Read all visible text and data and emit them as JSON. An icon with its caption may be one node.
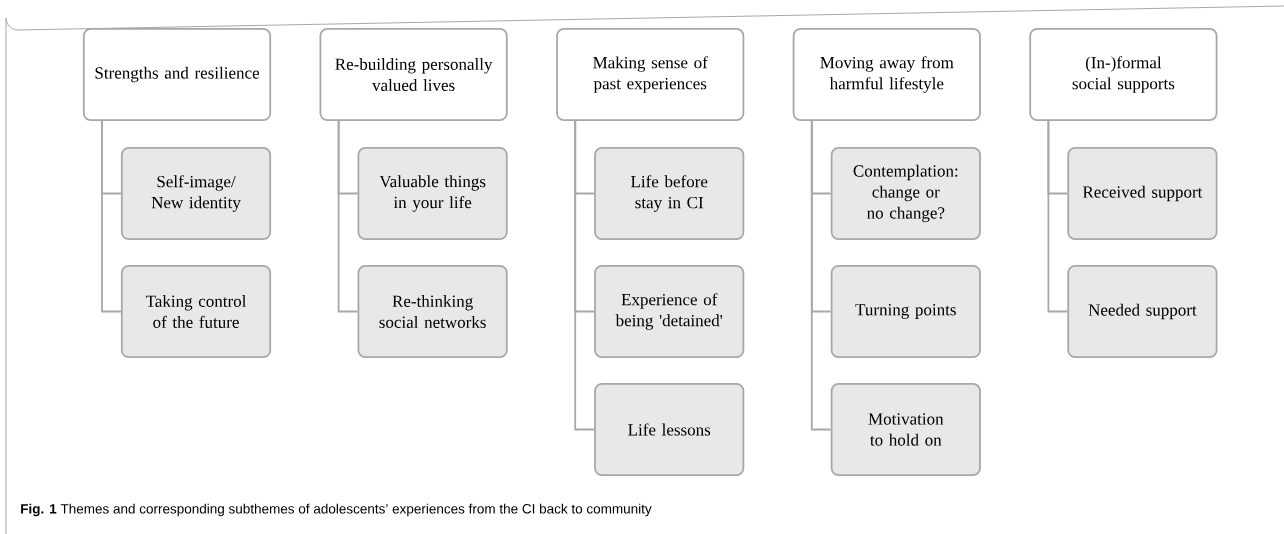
{
  "diagram": {
    "caption": "**Fig. 1** Themes and corresponding subthemes of adolescents’ experiences from the CI back to community",
    "nodes": [
      {
        "text": [
          "Strengths and resilience"
        ]
      },
      {
        "text": [
          "Self-image/ New identity"
        ]
      },
      {
        "text": [
          "Taking control of the future"
        ]
      },
      {
        "text": [
          "Re-building personally valued lives"
        ]
      },
      {
        "text": [
          "Valuable things in your life"
        ]
      },
      {
        "text": [
          "Re-thinking social networks"
        ]
      },
      {
        "text": [
          "Making sense of past experiences"
        ]
      },
      {
        "text": [
          "Life before stay in CI"
        ]
      },
      {
        "text": [
          "Experience of being 'detained'"
        ]
      },
      {
        "text": [
          "Life lessons"
        ]
      },
      {
        "text": [
          "Moving away from harmful lifestyle"
        ]
      },
      {
        "text": [
          "Contemplation: change or no change?"
        ]
      },
      {
        "text": [
          "Turning points"
        ]
      },
      {
        "text": [
          "Motivation to hold on"
        ]
      },
      {
        "text": [
          "(In-)formal social supports"
        ]
      },
      {
        "text": [
          "Received support"
        ]
      },
      {
        "text": [
          "Needed support"
        ]
      }
    ],
    "edges": [
      {
        "from": 0,
        "to": 1,
        "arrow": "none"
      },
      {
        "from": 0,
        "to": 2,
        "arrow": "none"
      },
      {
        "from": 3,
        "to": 4,
        "arrow": "none"
      },
      {
        "from": 3,
        "to": 5,
        "arrow": "none"
      },
      {
        "from": 6,
        "to": 7,
        "arrow": "none"
      },
      {
        "from": 6,
        "to": 8,
        "arrow": "none"
      },
      {
        "from": 6,
        "to": 9,
        "arrow": "none"
      },
      {
        "from": 10,
        "to": 11,
        "arrow": "none"
      },
      {
        "from": 10,
        "to": 12,
        "arrow": "none"
      },
      {
        "from": 10,
        "to": 13,
        "arrow": "none"
      },
      {
        "from": 14,
        "to": 15,
        "arrow": "none"
      },
      {
        "from": 14,
        "to": 16,
        "arrow": "none"
      }
    ]
  }
}
